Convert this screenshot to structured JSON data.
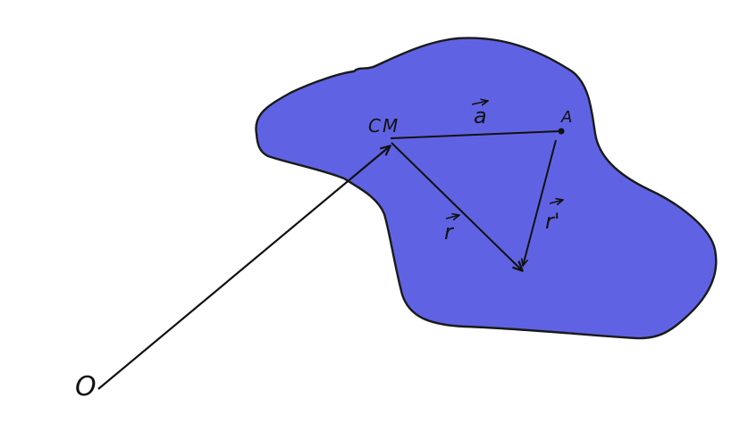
{
  "diagram": {
    "labels": {
      "origin": "O",
      "center_of_mass": "CM",
      "point_a": "A",
      "vector_a": "a",
      "vector_r": "r",
      "vector_r_prime": "r'"
    },
    "colors": {
      "body_fill": "#5f63e3",
      "outline": "#1a1a1a",
      "ink": "#111111",
      "background": "#ffffff"
    }
  }
}
